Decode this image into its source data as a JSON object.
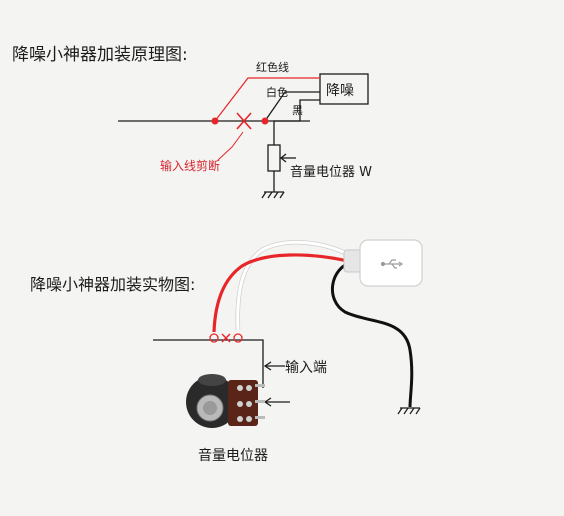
{
  "schematic": {
    "title": "降噪小神器加装原理图:",
    "red_wire_label": "红色线",
    "white_wire_label": "白色",
    "black_wire_label": "黑",
    "module_label": "降噪",
    "cut_note": "输入线剪断",
    "pot_label": "音量电位器 W"
  },
  "photo": {
    "title": "降噪小神器加装实物图:",
    "input_label": "输入端",
    "pot_label": "音量电位器"
  },
  "colors": {
    "ink": "#1c1c1c",
    "red_ink": "#d8262e",
    "wire_red": "#e8262a",
    "wire_white": "#ffffff",
    "wire_black": "#111111",
    "pot_body": "#5a2418",
    "background": "#f4f4f2"
  }
}
